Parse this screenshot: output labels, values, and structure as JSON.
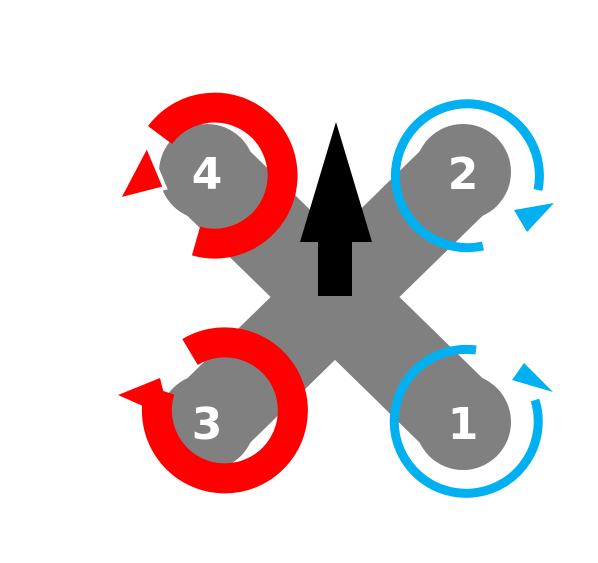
{
  "colors": {
    "frame": "#808080",
    "ccw": "#ff0000",
    "cw": "#00b0f0",
    "arrow": "#000000",
    "label": "#ffffff",
    "edge": "#000000"
  },
  "motors": [
    {
      "label": "4",
      "rotation": "counter-clockwise",
      "icon": "ccw-rotation-icon"
    },
    {
      "label": "2",
      "rotation": "clockwise",
      "icon": "cw-rotation-icon"
    },
    {
      "label": "3",
      "rotation": "counter-clockwise",
      "icon": "ccw-rotation-icon"
    },
    {
      "label": "1",
      "rotation": "clockwise",
      "icon": "cw-rotation-icon"
    }
  ],
  "heading": {
    "icon": "forward-arrow-icon"
  }
}
